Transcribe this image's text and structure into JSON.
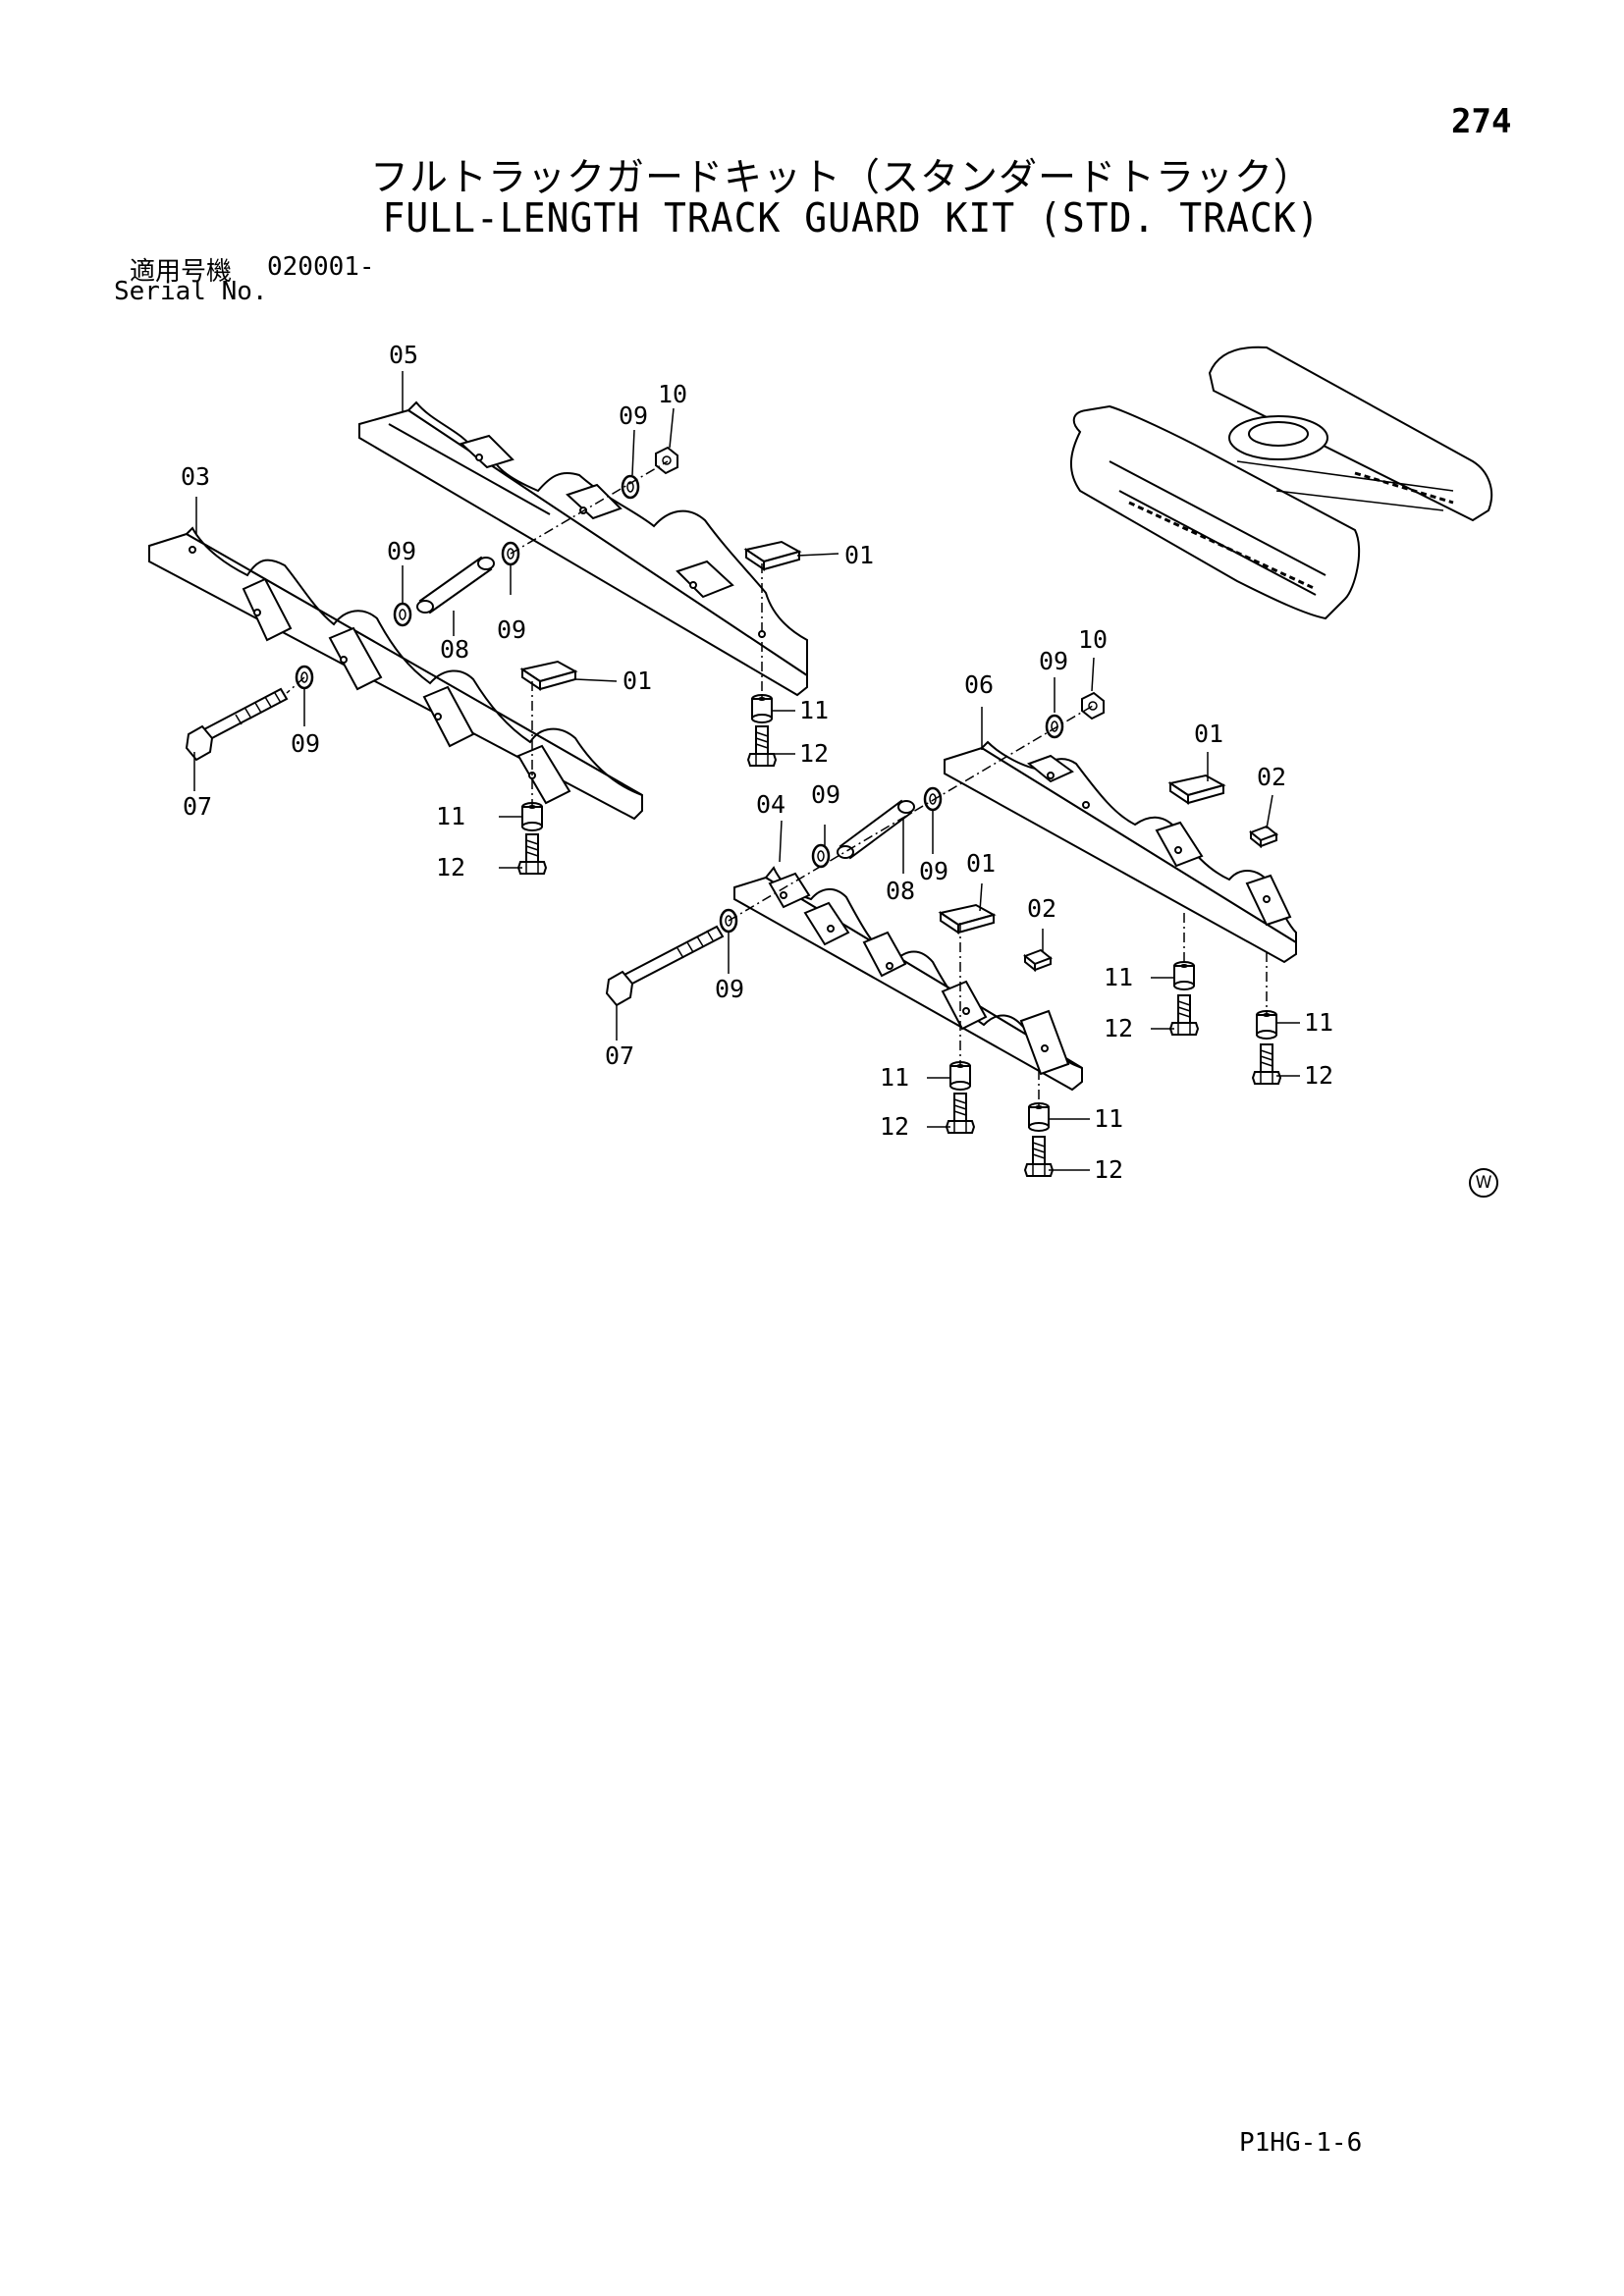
{
  "page": {
    "number": "274",
    "title_jp": "フルトラックガードキット（スタンダードトラック）",
    "title_en": "FULL-LENGTH TRACK GUARD KIT (STD. TRACK)",
    "serial_label_jp": "適用号機",
    "serial_range": "020001-",
    "serial_label_en": "Serial No.",
    "footer_code": "P1HG-1-6",
    "mark": "W"
  },
  "callouts": {
    "c01": "01",
    "c02": "02",
    "c03": "03",
    "c04": "04",
    "c05": "05",
    "c06": "06",
    "c07": "07",
    "c08": "08",
    "c09": "09",
    "c10": "10",
    "c11": "11",
    "c12": "12"
  }
}
